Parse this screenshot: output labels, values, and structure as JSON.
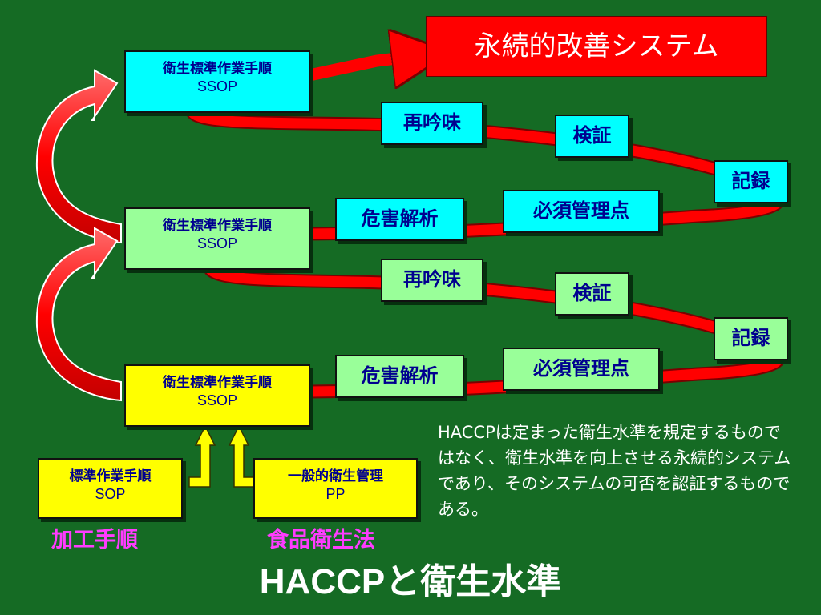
{
  "title_box": "永続的改善システム",
  "main_title": "HACCPと衛生水準",
  "levels": [
    {
      "line1": "衛生標準作業手順",
      "line2": "SSOP"
    },
    {
      "line1": "衛生標準作業手順",
      "line2": "SSOP"
    },
    {
      "line1": "衛生標準作業手順",
      "line2": "SSOP"
    }
  ],
  "steps_top": {
    "reexamine": "再吟味",
    "verify": "検証",
    "record": "記録",
    "ccp": "必須管理点",
    "hazard": "危害解析"
  },
  "steps_mid": {
    "reexamine": "再吟味",
    "verify": "検証",
    "record": "記録",
    "ccp": "必須管理点",
    "hazard": "危害解析"
  },
  "base": {
    "sop": {
      "line1": "標準作業手順",
      "line2": "SOP"
    },
    "pp": {
      "line1": "一般的衛生管理",
      "line2": "PP"
    }
  },
  "labels": {
    "left": "加工手順",
    "right": "食品衛生法"
  },
  "note": "HACCPは定まった衛生水準を規定するものではなく、衛生水準を向上させる永続的システムであり、そのシステムの可否を認証するものである。",
  "colors": {
    "background": "#156b24",
    "path_red": "#ff0000",
    "box_cyan": "#00ffff",
    "box_light_green": "#99ff99",
    "box_yellow": "#ffff00",
    "text_navy": "#00008f",
    "label_magenta": "#ff3cff"
  }
}
